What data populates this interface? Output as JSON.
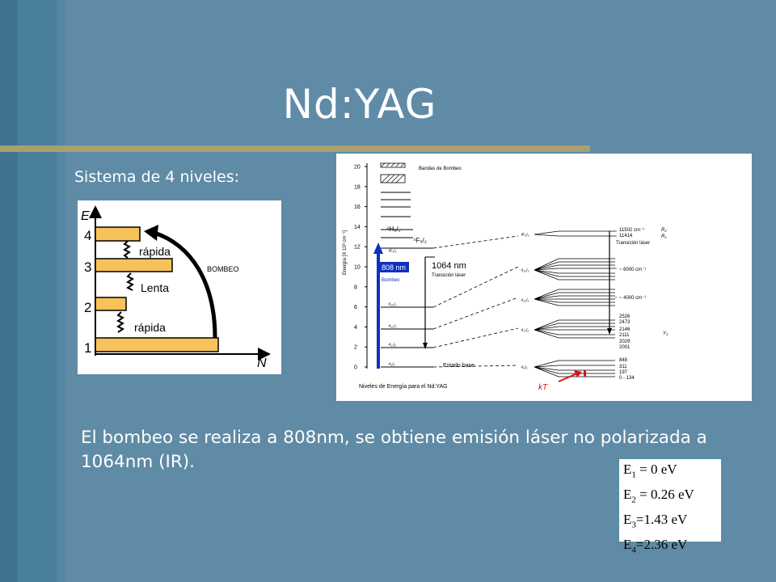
{
  "slide": {
    "title": "Nd:YAG",
    "subtitle": "Sistema de 4 niveles:",
    "body": "El bombeo se realiza a 808nm, se obtiene emisión láser no polarizada a 1064nm (IR)."
  },
  "four_level_diagram": {
    "axis_e": "E",
    "axis_n": "N",
    "levels": [
      "1",
      "2",
      "3",
      "4"
    ],
    "labels": {
      "fast_top": "rápida",
      "slow": "Lenta",
      "fast_bottom": "rápida",
      "pump": "BOMBEO"
    }
  },
  "nd_yag_diagram": {
    "y_ticks": [
      "0",
      "2",
      "4",
      "6",
      "8",
      "10",
      "12",
      "14",
      "16",
      "18",
      "20"
    ],
    "y_label": "Energía [X 10³ cm⁻¹]",
    "pump_bands": "Bandas de Bombeo",
    "pump_wavelength": "808 nm",
    "pump_label": "Bombeo",
    "laser_wavelength": "1064 nm",
    "laser_transition": "Transición láser",
    "laser_transition_right": "Transición láser",
    "ground_state": "Estado base",
    "caption": "Niveles de Energía para el Nd:YAG",
    "kt": "kT",
    "left_levels": [
      "⁴H₉/₂",
      "⁴F₅/₂",
      "⁴F₃/₂",
      "⁴I₁₅/₂",
      "⁴I₁₃/₂",
      "⁴I₁₁/₂",
      "⁴I₉/₂"
    ],
    "mid_levels": [
      "⁴F₃/₂",
      "⁴I₁₅/₂",
      "⁴I₁₃/₂",
      "⁴I₁₁/₂",
      "⁴I₉/₂"
    ],
    "right_values": [
      "11502 cm⁻¹",
      "11414",
      "~ 6000 cm⁻¹",
      "~ 4000 cm⁻¹",
      "2526",
      "2473",
      "2146",
      "2111",
      "2029",
      "2001",
      "848",
      "311",
      "197",
      "0 - 134"
    ],
    "r_labels": [
      "R₂",
      "R₁",
      "Y₃"
    ]
  },
  "energy_box": {
    "lines": [
      {
        "sym": "E",
        "sub": "1",
        "val": " = 0 eV"
      },
      {
        "sym": "E",
        "sub": "2",
        "val": " = 0.26 eV"
      },
      {
        "sym": "E",
        "sub": "3",
        "val": "=1.43 eV"
      },
      {
        "sym": "E",
        "sub": "4",
        "val": "=2.36 eV"
      }
    ]
  },
  "colors": {
    "background": "#5f8ba6",
    "accent_rule": "#a8a070",
    "level_bar": "#f7c25a",
    "pump_arrow": "#1030c0",
    "kt_arrow": "#e01010"
  }
}
